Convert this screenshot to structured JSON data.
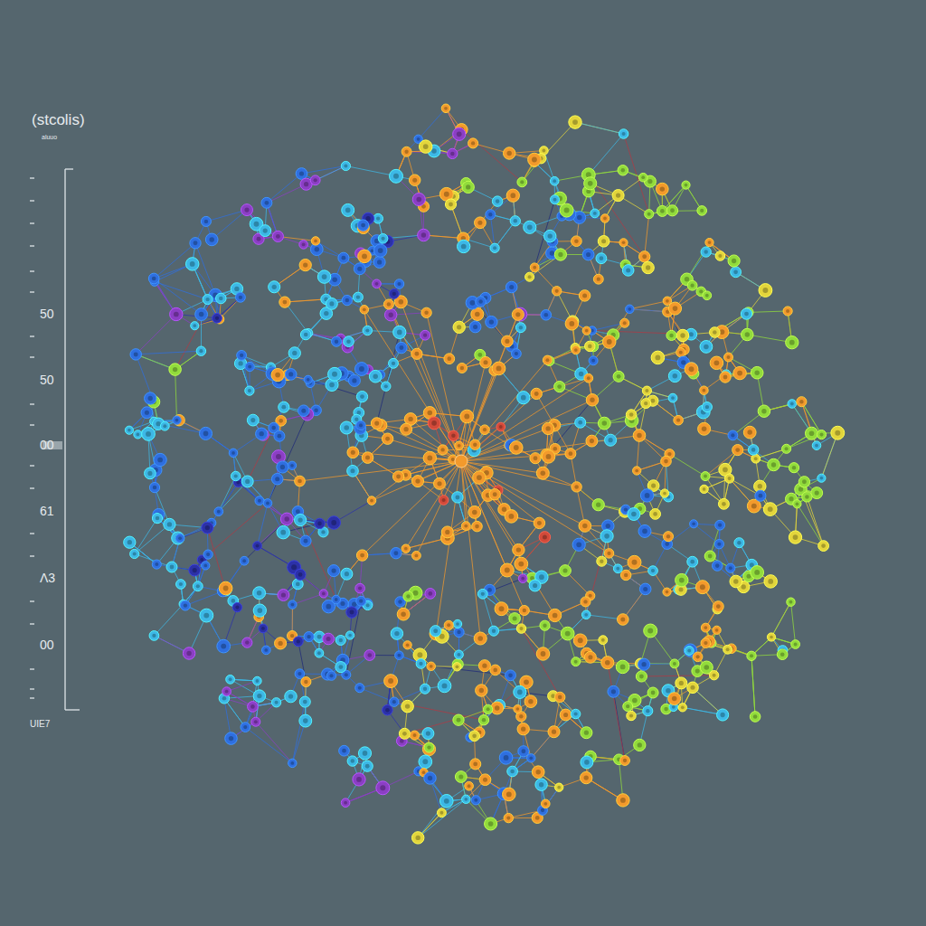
{
  "diagram": {
    "labels": [
      "(stcolis)",
      "aluuo",
      "50",
      "50",
      "00",
      "61",
      "Λ3",
      "00",
      "UIE7"
    ]
  }
}
